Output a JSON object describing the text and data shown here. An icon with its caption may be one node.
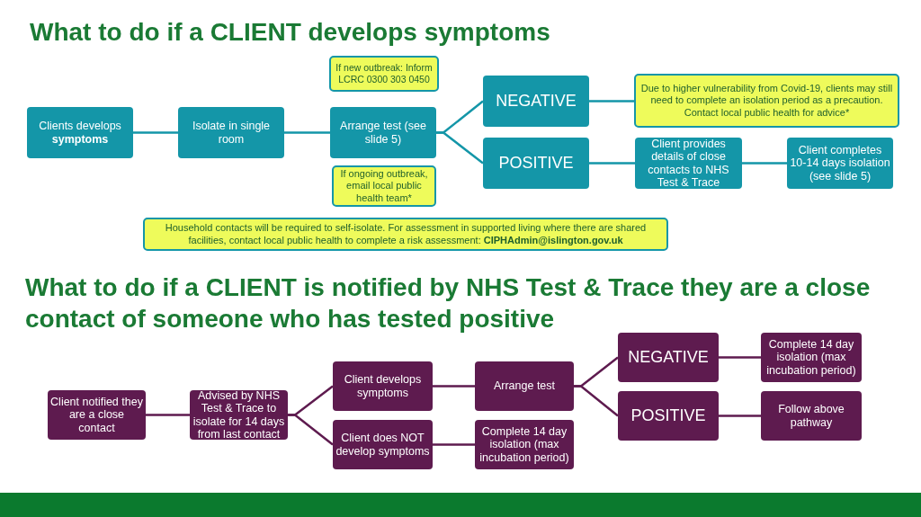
{
  "diagram": {
    "title": "What to do if a CLIENT develops symptoms",
    "nodes": [
      {
        "text": [
          "Clients develops **symptoms**"
        ]
      },
      {
        "text": [
          "Isolate in single room"
        ]
      },
      {
        "text": [
          "Arrange test (see slide 5)"
        ]
      },
      {
        "text": [
          "If new outbreak: Inform LCRC 0300  303 0450"
        ]
      },
      {
        "text": [
          "If ongoing outbreak, email  local public health team*"
        ]
      },
      {
        "text": [
          "NEGATIVE"
        ]
      },
      {
        "text": [
          "POSITIVE"
        ]
      },
      {
        "text": [
          "Due to higher vulnerability from Covid-19, clients may still need to complete an isolation period as a precaution. Contact local public health for advice*"
        ]
      },
      {
        "text": [
          "Client provides details of close contacts to NHS Test & Trace"
        ]
      },
      {
        "text": [
          "Client completes 10-14 days isolation (see slide 5)"
        ]
      },
      {
        "text": [
          "Household contacts will be required to self-isolate. For assessment in supported living where there are shared facilities, contact local public health to complete a risk assessment: **CIPHAdmin@islington.gov.uk**"
        ]
      },
      {
        "text": [
          "Client notified they are a close contact"
        ]
      },
      {
        "text": [
          "Advised by NHS Test & Trace to isolate for 14 days from last contact"
        ]
      },
      {
        "text": [
          "Client develops symptoms"
        ]
      },
      {
        "text": [
          "Client does NOT develop symptoms"
        ]
      },
      {
        "text": [
          "Arrange test"
        ]
      },
      {
        "text": [
          "Complete 14 day isolation (max incubation period)"
        ]
      },
      {
        "text": [
          "NEGATIVE"
        ]
      },
      {
        "text": [
          "POSITIVE"
        ]
      },
      {
        "text": [
          "Complete 14 day isolation (max incubation period)"
        ]
      },
      {
        "text": [
          "Follow above pathway"
        ]
      }
    ],
    "edges": [
      {
        "from": 0,
        "to": 1,
        "arrow": "none",
        "color": "#1496a8"
      },
      {
        "from": 1,
        "to": 2,
        "arrow": "none",
        "color": "#1496a8"
      },
      {
        "from": 2,
        "to": 5,
        "arrow": "none",
        "color": "#1496a8"
      },
      {
        "from": 2,
        "to": 6,
        "arrow": "none",
        "color": "#1496a8"
      },
      {
        "from": 5,
        "to": 7,
        "arrow": "none",
        "color": "#1496a8"
      },
      {
        "from": 6,
        "to": 8,
        "arrow": "none",
        "color": "#1496a8"
      },
      {
        "from": 8,
        "to": 9,
        "arrow": "none",
        "color": "#1496a8"
      },
      {
        "from": 11,
        "to": 12,
        "arrow": "none"
      },
      {
        "from": 12,
        "to": 13,
        "arrow": "none"
      },
      {
        "from": 12,
        "to": 14,
        "arrow": "none"
      },
      {
        "from": 13,
        "to": 15,
        "arrow": "none"
      },
      {
        "from": 14,
        "to": 16,
        "arrow": "none"
      },
      {
        "from": 15,
        "to": 17,
        "arrow": "none"
      },
      {
        "from": 15,
        "to": 18,
        "arrow": "none"
      },
      {
        "from": 17,
        "to": 19,
        "arrow": "none"
      },
      {
        "from": 18,
        "to": 20,
        "arrow": "none"
      }
    ],
    "labels": [
      "What to do if a CLIENT is notified by NHS Test & Trace they are a close contact of someone who has tested positive"
    ]
  }
}
